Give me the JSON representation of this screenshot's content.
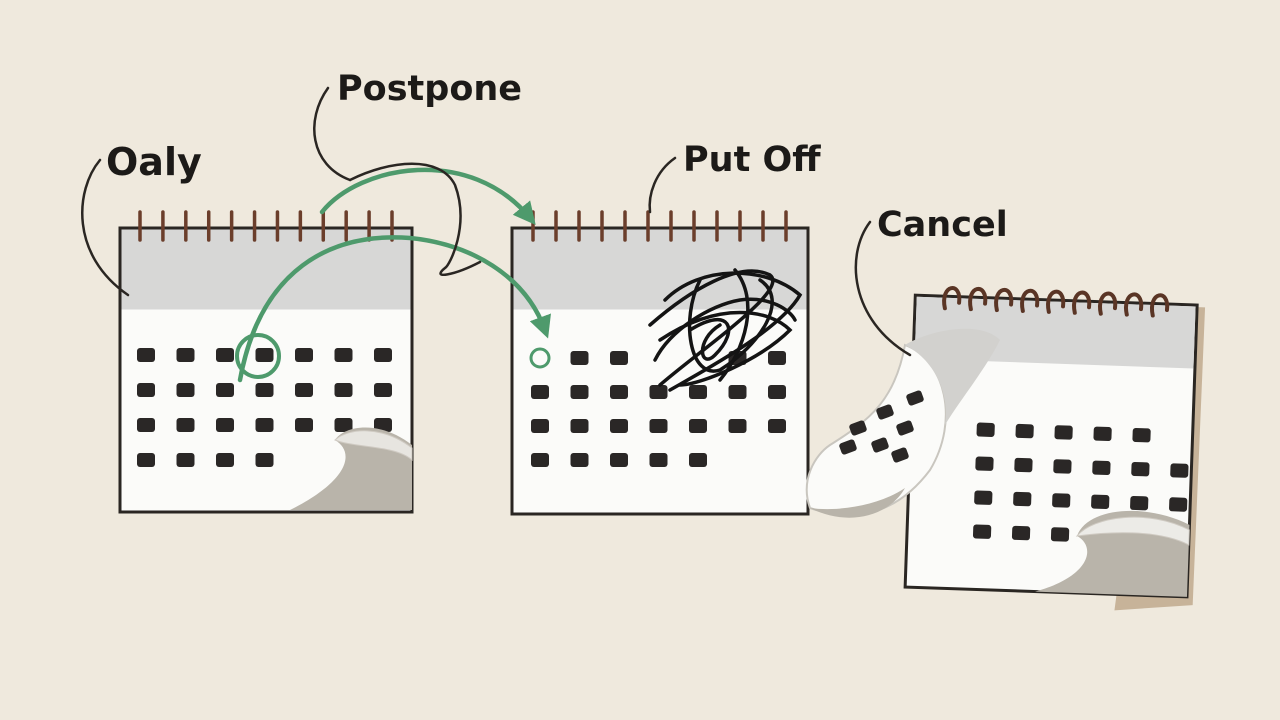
{
  "labels": {
    "daily": "Oaly",
    "postpone": "Postpone",
    "put_off": "Put Off",
    "cancel": "Cancel"
  },
  "colors": {
    "background": "#efe9dd",
    "ink": "#2a2622",
    "arrow_green": "#4e9a6c",
    "calendar_header": "#d7d7d6",
    "page": "#fbfbf9",
    "page_curl": "#b9b4aa",
    "dot": "#2a2726"
  },
  "icons": [
    "calendar-icon",
    "curved-arrow-icon",
    "scribble-icon",
    "page-curl-icon",
    "spiral-binding-icon"
  ]
}
